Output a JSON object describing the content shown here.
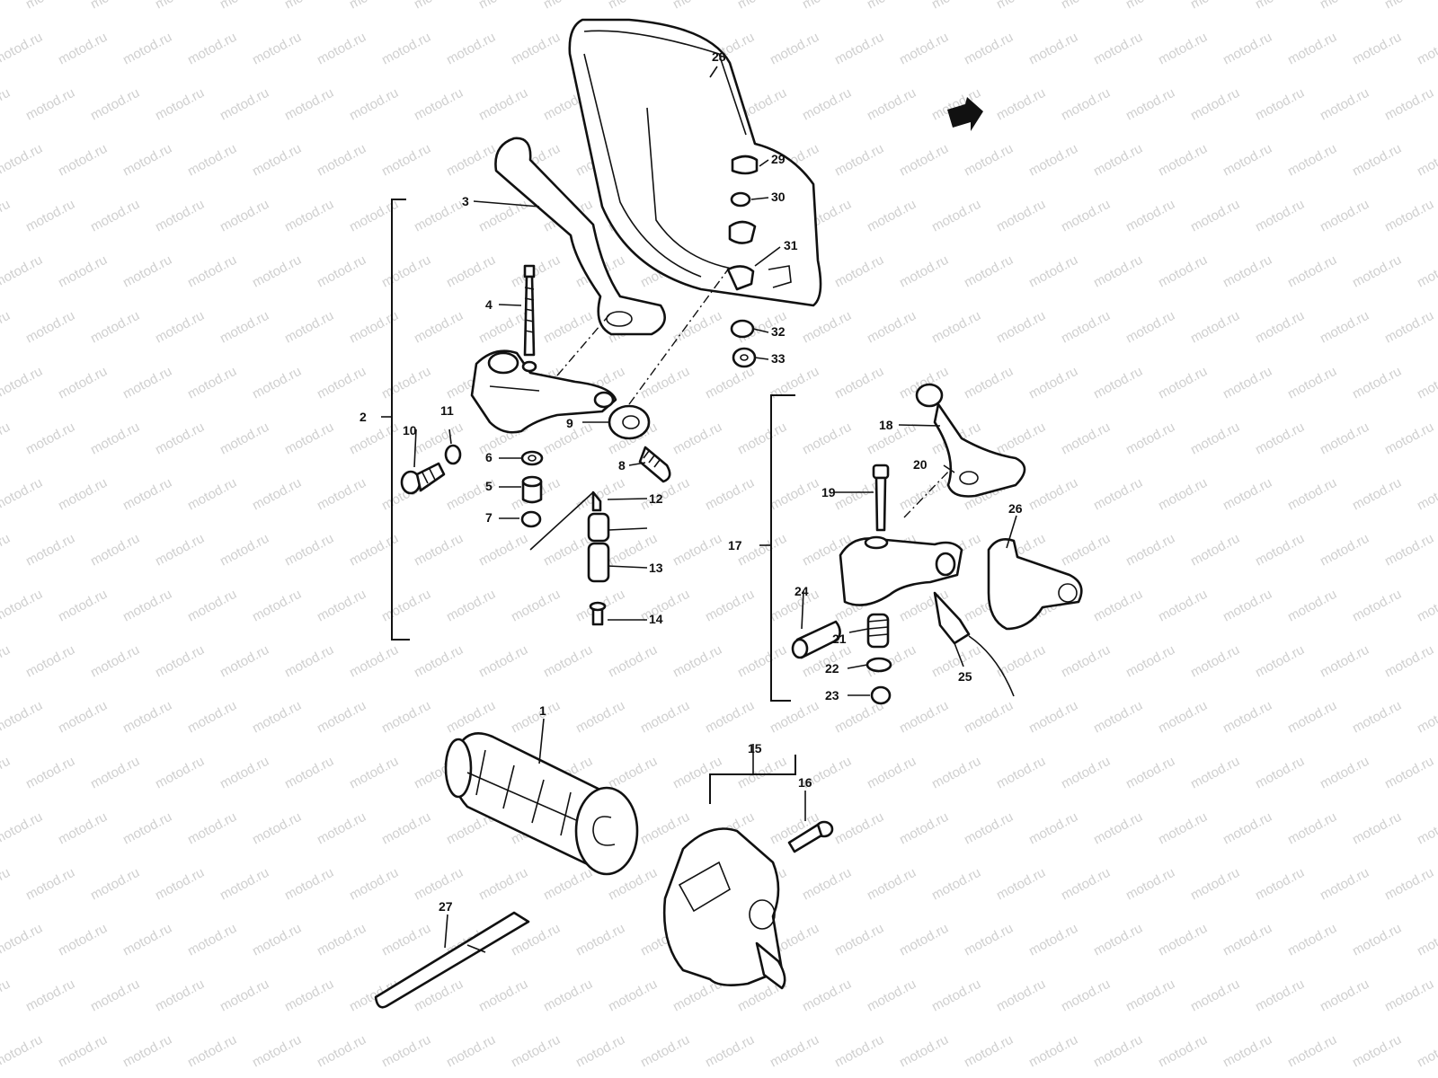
{
  "watermark": {
    "text": "motod.ru",
    "color": "#cfcfcf"
  },
  "callouts": [
    {
      "id": "1",
      "text": "1"
    },
    {
      "id": "2",
      "text": "2"
    },
    {
      "id": "3",
      "text": "3"
    },
    {
      "id": "4",
      "text": "4"
    },
    {
      "id": "5",
      "text": "5"
    },
    {
      "id": "6",
      "text": "6"
    },
    {
      "id": "7",
      "text": "7"
    },
    {
      "id": "8",
      "text": "8"
    },
    {
      "id": "9",
      "text": "9"
    },
    {
      "id": "10",
      "text": "10"
    },
    {
      "id": "11",
      "text": "11"
    },
    {
      "id": "12",
      "text": "12"
    },
    {
      "id": "13",
      "text": "13"
    },
    {
      "id": "14",
      "text": "14"
    },
    {
      "id": "15",
      "text": "15"
    },
    {
      "id": "16",
      "text": "16"
    },
    {
      "id": "17",
      "text": "17"
    },
    {
      "id": "18",
      "text": "18"
    },
    {
      "id": "19",
      "text": "19"
    },
    {
      "id": "20",
      "text": "20"
    },
    {
      "id": "21",
      "text": "21"
    },
    {
      "id": "22",
      "text": "22"
    },
    {
      "id": "23",
      "text": "23"
    },
    {
      "id": "24",
      "text": "24"
    },
    {
      "id": "25",
      "text": "25"
    },
    {
      "id": "26",
      "text": "26"
    },
    {
      "id": "27",
      "text": "27"
    },
    {
      "id": "28",
      "text": "28"
    },
    {
      "id": "29",
      "text": "29"
    },
    {
      "id": "30",
      "text": "30"
    },
    {
      "id": "31",
      "text": "31"
    },
    {
      "id": "32",
      "text": "32"
    },
    {
      "id": "33",
      "text": "33"
    }
  ],
  "colors": {
    "ink": "#111111",
    "paper": "#ffffff"
  },
  "icons": {
    "direction": "front-arrow-icon"
  }
}
